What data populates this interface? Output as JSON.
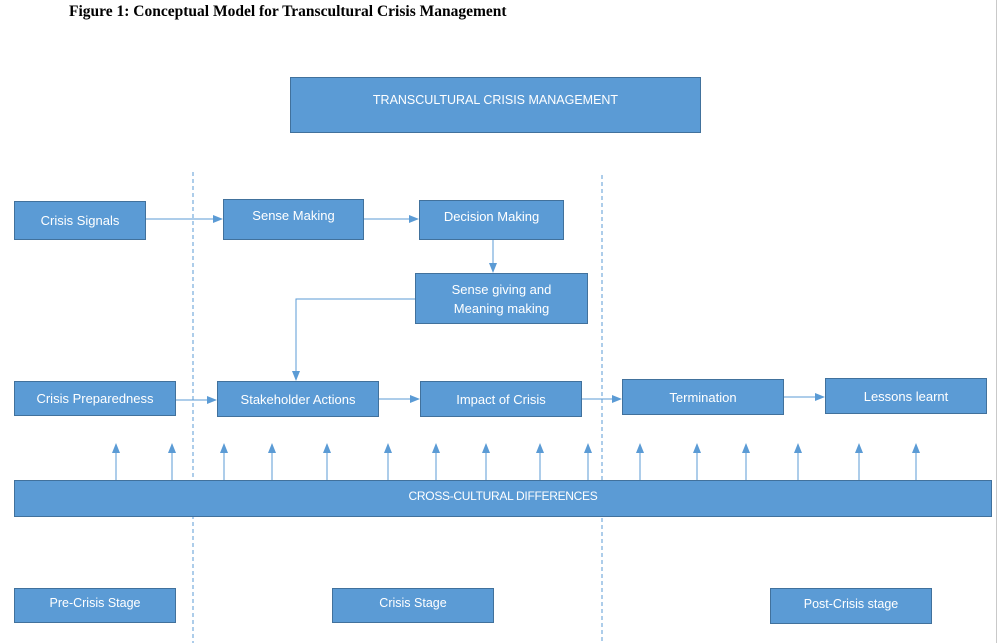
{
  "figure": {
    "caption": "Figure 1: Conceptual Model for Transcultural Crisis Management"
  },
  "boxes": {
    "header": "TRANSCULTURAL CRISIS MANAGEMENT",
    "crisis_signals": "Crisis Signals",
    "sense_making": "Sense Making",
    "decision_making": "Decision Making",
    "sense_giving_line1": "Sense giving and",
    "sense_giving_line2": "Meaning making",
    "crisis_preparedness": "Crisis Preparedness",
    "stakeholder_actions": "Stakeholder Actions",
    "impact_of_crisis": "Impact of Crisis",
    "termination": "Termination",
    "lessons_learnt": "Lessons learnt",
    "cross_cultural": "CROSS-CULTURAL DIFFERENCES"
  },
  "stages": {
    "pre_crisis": "Pre-Crisis Stage",
    "crisis": "Crisis Stage",
    "post_crisis": "Post-Crisis stage"
  },
  "colors": {
    "box_fill": "#5b9bd5",
    "box_border": "#41719c",
    "connector": "#5b9bd5"
  }
}
